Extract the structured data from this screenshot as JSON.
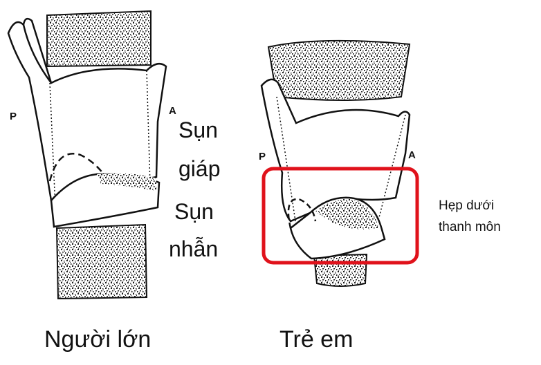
{
  "adult": {
    "posterior_letter": "P",
    "anterior_letter": "A",
    "thyroid_label_line1": "Sụn",
    "thyroid_label_line2": "giáp",
    "cricoid_label_line1": "Sụn",
    "cricoid_label_line2": "nhẫn",
    "caption": "Người lớn"
  },
  "child": {
    "posterior_letter": "P",
    "anterior_letter": "A",
    "stenosis_note_line1": "Hẹp dưới",
    "stenosis_note_line2": "thanh môn",
    "caption": "Trẻ em"
  },
  "colors": {
    "highlight_box": "#e0121b",
    "line": "#111111",
    "stipple": "#1c1c1c"
  }
}
